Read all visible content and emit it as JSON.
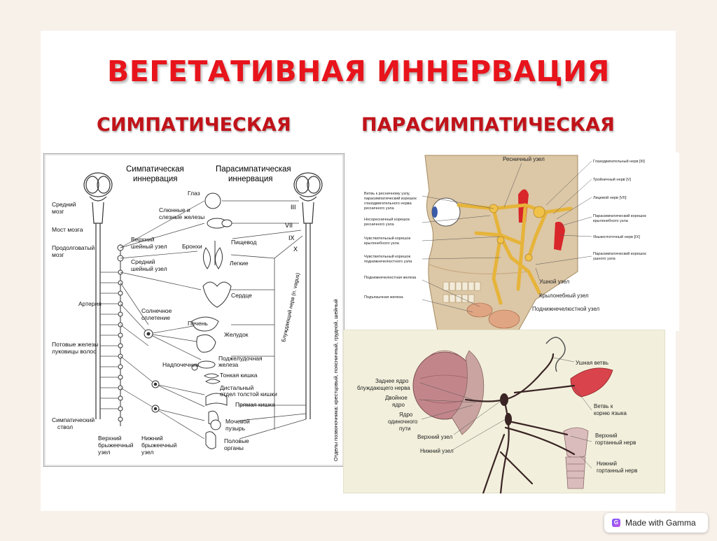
{
  "title": "ВЕГЕТАТИВНАЯ ИННЕРВАЦИЯ",
  "subtitle_left": "СИМПАТИЧЕСКАЯ",
  "subtitle_right": "ПАРАСИМПАТИЧЕСКАЯ",
  "badge": {
    "label": "Made with Gamma",
    "icon": "gamma-logo-icon"
  },
  "left_diagram": {
    "header_sym": [
      "Симпатическая",
      "иннервация"
    ],
    "header_para": [
      "Парасимпатическая",
      "иннервация"
    ],
    "left_labels": {
      "midbrain": [
        "Средний",
        "мозг"
      ],
      "pons": "Мост мозга",
      "medulla": [
        "Продолговатый",
        "мозг"
      ],
      "upper_cervical": [
        "Верхний",
        "шейный узел"
      ],
      "middle_cervical": [
        "Средний",
        "шейный узел"
      ],
      "artery": "Артерия",
      "solar": [
        "Солнечное",
        "сплетение"
      ],
      "sweat": [
        "Потовые железы",
        "луковицы волос"
      ],
      "sym_trunk": [
        "Симпатический",
        "ствол"
      ],
      "upper_mes": [
        "Верхний",
        "брыжеечный",
        "узел"
      ],
      "lower_mes": [
        "Нижний",
        "брыжеечный",
        "узел"
      ]
    },
    "organ_labels": {
      "eye": "Глаз",
      "salivary": [
        "Слюнные и",
        "слезные железы"
      ],
      "bronchi": "Бронхи",
      "esophagus": "Пищевод",
      "lungs": "Легкие",
      "heart": "Сердце",
      "liver": "Печень",
      "stomach": "Желудок",
      "pancreas": [
        "Поджелудочная",
        "железа"
      ],
      "adrenal": "Надпочечник",
      "small_int": "Тонкая кишка",
      "colon": [
        "Дистальный",
        "отдел толстой кишки"
      ],
      "rectum": "Прямая кишка",
      "bladder": [
        "Мочевой",
        "пузырь"
      ],
      "genitals": [
        "Половые",
        "органы"
      ]
    },
    "nerve_labels": [
      "III",
      "VII",
      "IX",
      "X"
    ],
    "vagus_label": "Блуждающий нерв (n. vagus)",
    "spine_label": "Отделы позвоночника: крестцовый, поясничный, грудной, шейный"
  },
  "head_diagram": {
    "top_label": "Ресничный узел",
    "left_labels": [
      [
        "Ветвь к ресничному узлу,",
        "парасимпатический корешок",
        "глазодвигательного нерва",
        "ресничного узла"
      ],
      [
        "Носоресничный корешок",
        "ресничного узла"
      ],
      [
        "Чувствительный корешок",
        "крылонебного узла"
      ],
      [
        "Чувствительный корешок",
        "поднижнечелюстного узла"
      ],
      [
        "Поднижнечелюстная железа"
      ],
      [
        "Подъязычная железа"
      ]
    ],
    "right_labels": [
      [
        "Глазодвигательный нерв [III]"
      ],
      [
        "Тройничный нерв [V]"
      ],
      [
        "Лицевой нерв [VII]"
      ],
      [
        "Парасимпатический корешок",
        "крылонебного узла"
      ],
      [
        "Языкоглоточный нерв [IX]"
      ],
      [
        "Парасимпатический корешок",
        "ушного узла"
      ]
    ],
    "bottom_labels": [
      "Ушной узел",
      "Крылонебный узел",
      "Поднижнечелюстной узел"
    ]
  },
  "vagus_diagram": {
    "left_labels": [
      [
        "Заднее ядро",
        "блуждающего нерва"
      ],
      [
        "Двойное",
        "ядро"
      ],
      [
        "Ядро",
        "одиночного",
        "пути"
      ],
      [
        "Верхний узел"
      ],
      [
        "Нижний узел"
      ]
    ],
    "right_labels": [
      [
        "Ушная ветвь"
      ],
      [
        "Ветвь к",
        "корню языка"
      ],
      [
        "Верхний",
        "гортанный нерв"
      ],
      [
        "Нижний",
        "гортанный нерв"
      ]
    ]
  }
}
